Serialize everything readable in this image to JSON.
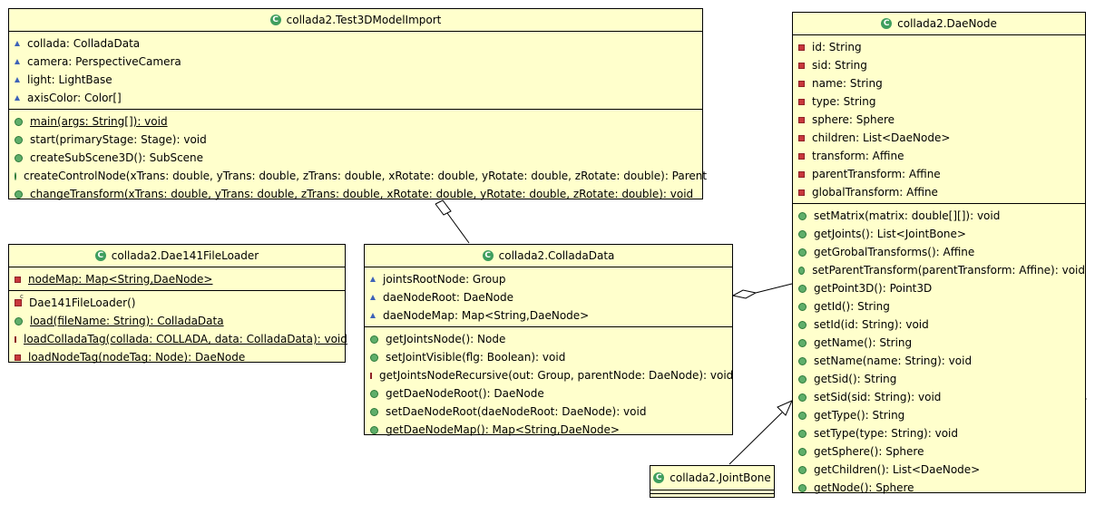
{
  "classes": {
    "test3d": {
      "name": "collada2.Test3DModelImport",
      "attributes": [
        {
          "vis": "package",
          "text": "collada: ColladaData"
        },
        {
          "vis": "package",
          "text": "camera: PerspectiveCamera"
        },
        {
          "vis": "package",
          "text": "light: LightBase"
        },
        {
          "vis": "package",
          "text": "axisColor: Color[]"
        }
      ],
      "methods": [
        {
          "vis": "public",
          "text": "main(args: String[]): void",
          "static": true
        },
        {
          "vis": "public",
          "text": "start(primaryStage: Stage): void"
        },
        {
          "vis": "public",
          "text": "createSubScene3D(): SubScene"
        },
        {
          "vis": "public",
          "text": "createControlNode(xTrans: double, yTrans: double, zTrans: double, xRotate: double, yRotate: double, zRotate: double): Parent"
        },
        {
          "vis": "public",
          "text": "changeTransform(xTrans: double, yTrans: double, zTrans: double, xRotate: double, yRotate: double, zRotate: double): void"
        }
      ]
    },
    "loader": {
      "name": "collada2.Dae141FileLoader",
      "attributes": [
        {
          "vis": "private",
          "text": "nodeMap: Map<String,DaeNode>",
          "static": true
        }
      ],
      "methods": [
        {
          "vis": "constructor",
          "text": "Dae141FileLoader()"
        },
        {
          "vis": "public",
          "text": "load(fileName: String): ColladaData",
          "static": true
        },
        {
          "vis": "private",
          "text": "loadColladaTag(collada: COLLADA, data: ColladaData): void",
          "static": true
        },
        {
          "vis": "private",
          "text": "loadNodeTag(nodeTag: Node): DaeNode",
          "static": true
        }
      ]
    },
    "colladadata": {
      "name": "collada2.ColladaData",
      "attributes": [
        {
          "vis": "package",
          "text": "jointsRootNode: Group"
        },
        {
          "vis": "package",
          "text": "daeNodeRoot: DaeNode"
        },
        {
          "vis": "package",
          "text": "daeNodeMap: Map<String,DaeNode>"
        }
      ],
      "methods": [
        {
          "vis": "public",
          "text": "getJointsNode(): Node"
        },
        {
          "vis": "public",
          "text": "setJointVisible(flg: Boolean): void"
        },
        {
          "vis": "private",
          "text": "getJointsNodeRecursive(out: Group, parentNode: DaeNode): void"
        },
        {
          "vis": "public",
          "text": "getDaeNodeRoot(): DaeNode"
        },
        {
          "vis": "public",
          "text": "setDaeNodeRoot(daeNodeRoot: DaeNode): void"
        },
        {
          "vis": "public",
          "text": "getDaeNodeMap(): Map<String,DaeNode>"
        }
      ]
    },
    "daenode": {
      "name": "collada2.DaeNode",
      "attributes": [
        {
          "vis": "private",
          "text": "id: String"
        },
        {
          "vis": "private",
          "text": "sid: String"
        },
        {
          "vis": "private",
          "text": "name: String"
        },
        {
          "vis": "private",
          "text": "type: String"
        },
        {
          "vis": "private",
          "text": "sphere: Sphere"
        },
        {
          "vis": "private",
          "text": "children: List<DaeNode>"
        },
        {
          "vis": "private",
          "text": "transform: Affine"
        },
        {
          "vis": "private",
          "text": "parentTransform: Affine"
        },
        {
          "vis": "private",
          "text": "globalTransform: Affine"
        }
      ],
      "methods": [
        {
          "vis": "public",
          "text": "setMatrix(matrix: double[][]): void"
        },
        {
          "vis": "public",
          "text": "getJoints(): List<JointBone>"
        },
        {
          "vis": "public",
          "text": "getGrobalTransforms(): Affine"
        },
        {
          "vis": "public",
          "text": "setParentTransform(parentTransform: Affine): void"
        },
        {
          "vis": "public",
          "text": "getPoint3D(): Point3D"
        },
        {
          "vis": "public",
          "text": "getId(): String"
        },
        {
          "vis": "public",
          "text": "setId(id: String): void"
        },
        {
          "vis": "public",
          "text": "getName(): String"
        },
        {
          "vis": "public",
          "text": "setName(name: String): void"
        },
        {
          "vis": "public",
          "text": "getSid(): String"
        },
        {
          "vis": "public",
          "text": "setSid(sid: String): void"
        },
        {
          "vis": "public",
          "text": "getType(): String"
        },
        {
          "vis": "public",
          "text": "setType(type: String): void"
        },
        {
          "vis": "public",
          "text": "getSphere(): Sphere"
        },
        {
          "vis": "public",
          "text": "getChildren(): List<DaeNode>"
        },
        {
          "vis": "public",
          "text": "getNode(): Sphere"
        }
      ]
    },
    "jointbone": {
      "name": "collada2.JointBone",
      "attributes": [],
      "methods": []
    }
  },
  "colors": {
    "box_fill": "#ffffcc",
    "class_icon": "#3f9e5e",
    "package_icon": "#3d62b8",
    "private_icon": "#c8373b",
    "public_icon": "#5fae6a"
  }
}
